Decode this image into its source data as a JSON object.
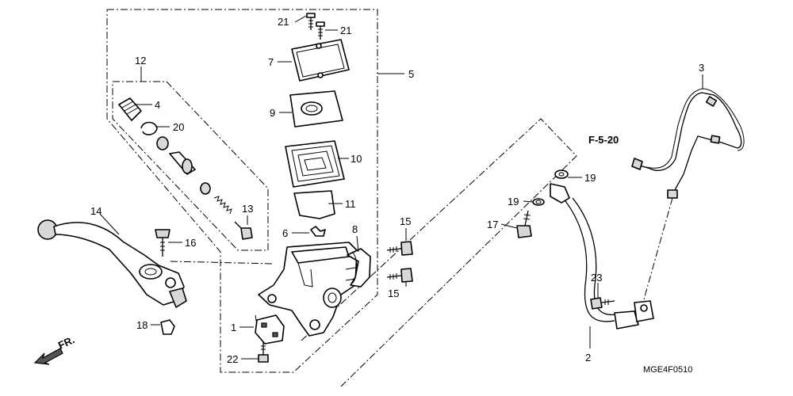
{
  "callouts": {
    "c21a": "21",
    "c21b": "21",
    "c5": "5",
    "c7": "7",
    "c9": "9",
    "c10": "10",
    "c11": "11",
    "c6": "6",
    "c8": "8",
    "c15a": "15",
    "c15b": "15",
    "c12": "12",
    "c4": "4",
    "c20": "20",
    "c13": "13",
    "c14": "14",
    "c16": "16",
    "c18": "18",
    "c1": "1",
    "c22": "22",
    "c3": "3",
    "c19a": "19",
    "c19b": "19",
    "c17": "17",
    "c23": "23",
    "c2": "2"
  },
  "cross_reference": "F-5-20",
  "direction_label": "FR.",
  "diagram_code": "MGE4F0510"
}
